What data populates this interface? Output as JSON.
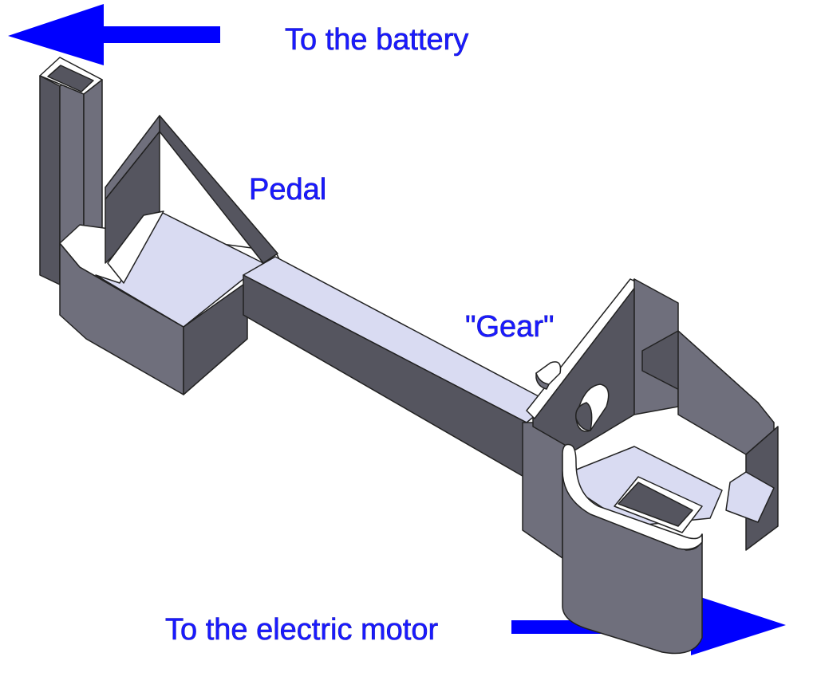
{
  "labels": {
    "battery": "To the battery",
    "pedal": "Pedal",
    "gear": "\"Gear\"",
    "motor": "To the electric motor"
  },
  "arrows": [
    {
      "name": "to-battery-arrow",
      "direction": "left"
    },
    {
      "name": "to-motor-arrow",
      "direction": "right"
    }
  ],
  "colors": {
    "label": "#1a1aff",
    "arrow": "#0000ff",
    "part_dark": "#55555f",
    "part_light": "#d9dbf2"
  }
}
